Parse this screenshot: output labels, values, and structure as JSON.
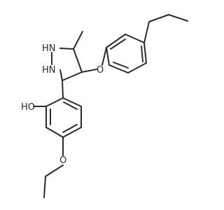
{
  "molecule": {
    "atoms": {
      "nh_top": "HN",
      "nh_bottom": "HN",
      "ether_o": "O",
      "hydroxyl": "HO",
      "ethoxy_o": "O"
    }
  }
}
